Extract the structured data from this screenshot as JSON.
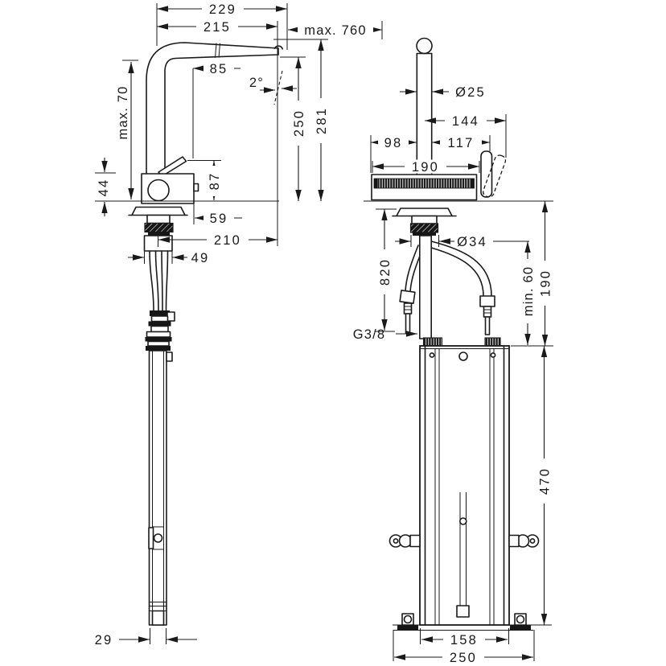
{
  "meta": {
    "background": "#ffffff",
    "line_color": "#1a1a1a"
  },
  "left_view": {
    "d229": "229",
    "d215": "215",
    "max760": "max. 760",
    "d85": "85",
    "angle": "2°",
    "d250": "250",
    "d281": "281",
    "max70": "max. 70",
    "d44": "44",
    "d87": "87",
    "d59": "59",
    "d210": "210",
    "d49": "49",
    "d29": "29"
  },
  "right_view": {
    "dia25": "Ø25",
    "d144": "144",
    "d98": "98",
    "d117": "117",
    "d190_top": "190",
    "d820": "820",
    "dia34": "Ø34",
    "min60": "min. 60",
    "d190_side": "190",
    "g38": "G3/8",
    "d470": "470",
    "d158": "158",
    "d250_base": "250"
  }
}
